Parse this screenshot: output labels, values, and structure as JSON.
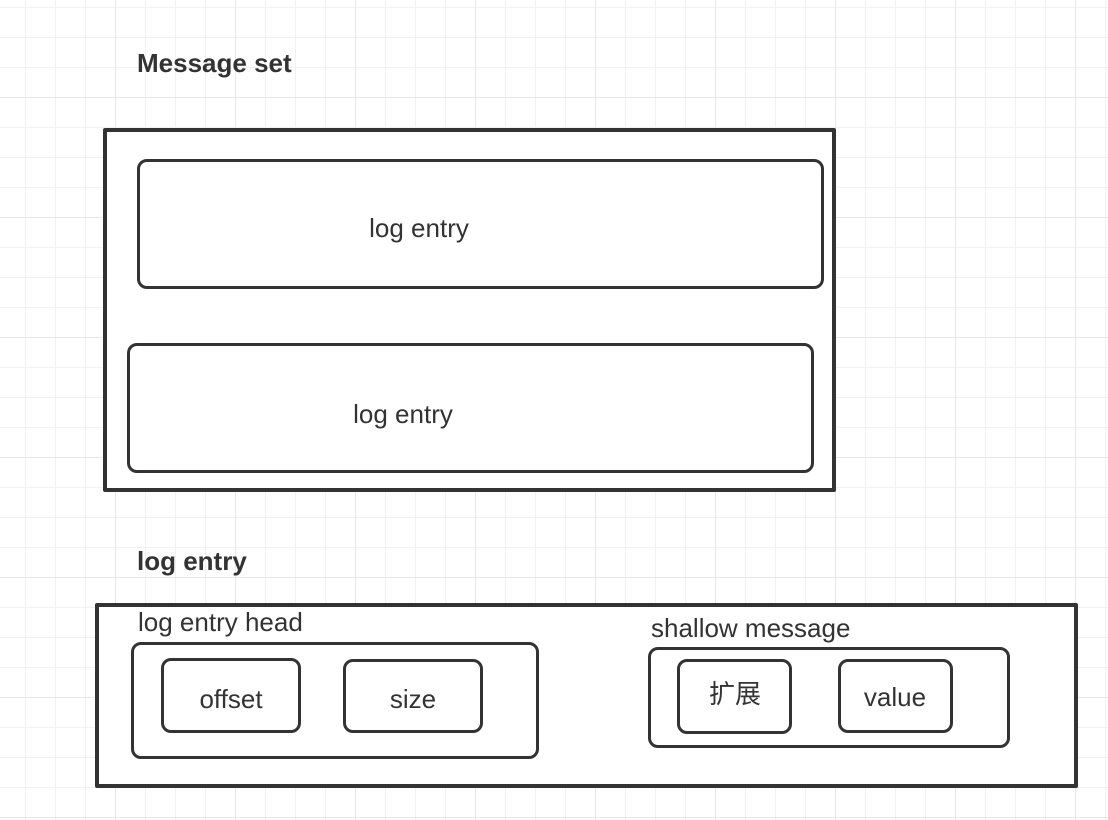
{
  "colors": {
    "stroke": "#333333",
    "text": "#333333",
    "grid_minor": "#f1f1f4",
    "grid_major": "#e8e8ec",
    "bg": "#ffffff"
  },
  "message_set": {
    "title": "Message set",
    "entries": [
      {
        "label": "log entry"
      },
      {
        "label": "log entry"
      }
    ]
  },
  "log_entry": {
    "title": "log entry",
    "head": {
      "title": "log entry head",
      "fields": [
        {
          "label": "offset"
        },
        {
          "label": "size"
        }
      ]
    },
    "shallow_message": {
      "title": "shallow message",
      "fields": [
        {
          "label": "扩展"
        },
        {
          "label": "value"
        }
      ]
    }
  }
}
